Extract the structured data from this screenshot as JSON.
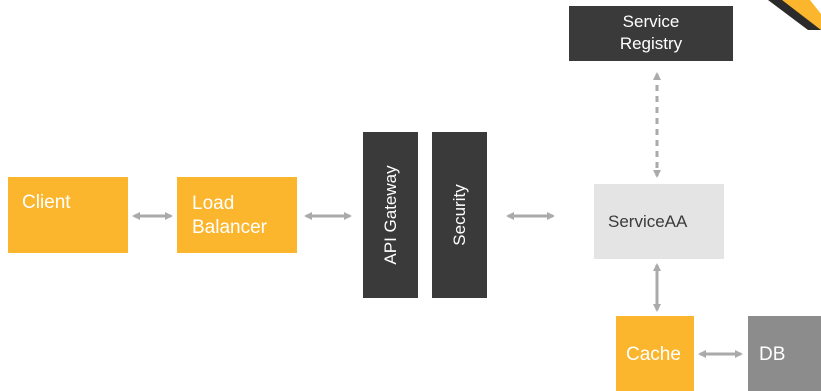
{
  "nodes": {
    "client": "Client",
    "load_balancer": "Load\nBalancer",
    "api_gateway": "API Gateway",
    "security": "Security",
    "service_registry": "Service\nRegistry",
    "service": "ServiceAA",
    "cache": "Cache",
    "db": "DB"
  },
  "colors": {
    "accent_orange": "#fbb62d",
    "dark_box": "#3a3a3a",
    "service_box": "#e4e4e4",
    "db_box": "#8c8c8c",
    "arrow": "#aaaaaa"
  }
}
